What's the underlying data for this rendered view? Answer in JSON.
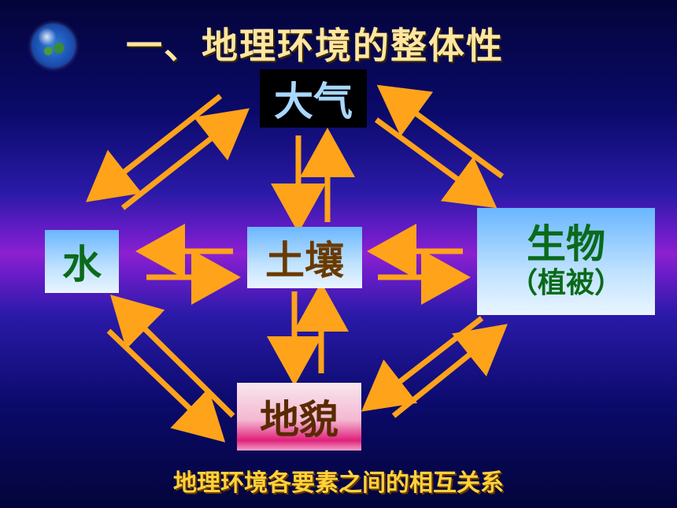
{
  "title": "一、地理环境的整体性",
  "nodes": {
    "atmosphere": "大气",
    "water": "水",
    "soil": "土壤",
    "biology": "生物",
    "biology_sub": "（植被）",
    "landform": "地貌"
  },
  "caption": "地理环境各要素之间的相互关系",
  "colors": {
    "arrow": "#ffa31a",
    "title": "#ffe6a0",
    "caption": "#ffd23a",
    "atmosphere_text": "#a8d8ff",
    "green_text": "#0a6a1a",
    "brown_text": "#6a3a00"
  },
  "icons": [
    "globe-icon"
  ]
}
